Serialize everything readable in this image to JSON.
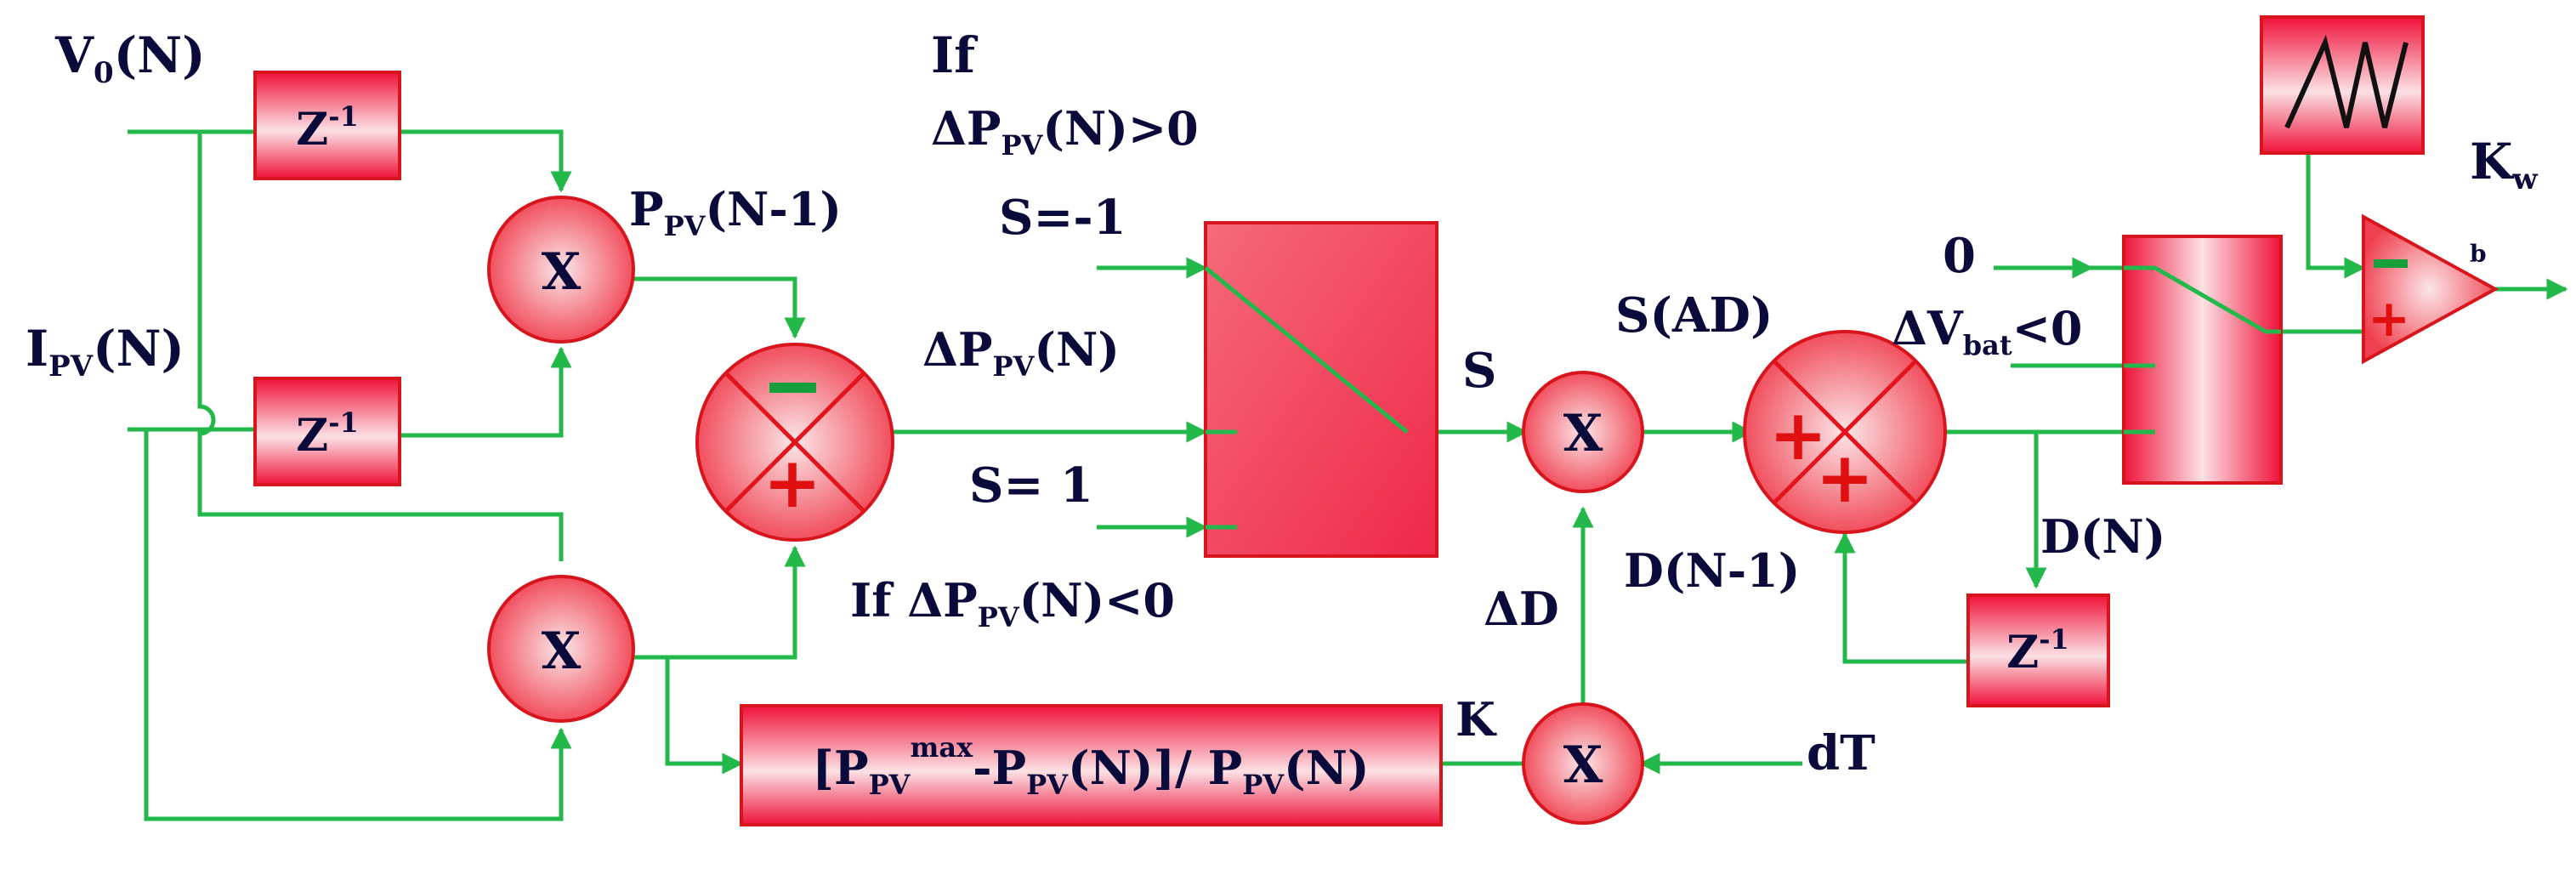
{
  "inputs": {
    "v0": {
      "main": "V",
      "sub": "0",
      "rest": "(N)"
    },
    "ipv": {
      "main": "I",
      "sub": "PV",
      "rest": "(N)"
    },
    "dt": "dT",
    "zero": "0"
  },
  "delay": {
    "main": "Z",
    "sup": "-1"
  },
  "multiply": "X",
  "labels": {
    "ppv_prev": {
      "main": "P",
      "sub": "PV",
      "rest": "(N-1)"
    },
    "if_pos_1": "If",
    "if_pos_2": {
      "pre": "ΔP",
      "sub": "PV",
      "rest": "(N)>0"
    },
    "s_neg": "S=-1",
    "dppv": {
      "pre": "ΔP",
      "sub": "PV",
      "rest": "(N)"
    },
    "s_pos": "S= 1",
    "if_neg": {
      "pre": "If ΔP",
      "sub": "PV",
      "rest": "(N)<0"
    },
    "s_out": "S",
    "s_ad": "S(AD)",
    "dvbat": {
      "pre": "ΔV",
      "sub": "bat",
      "rest": "<0"
    },
    "dn": "D(N)",
    "dn1": "D(N-1)",
    "delta_d": "ΔD",
    "k": "K",
    "kw": {
      "main": "K",
      "sub": "w"
    },
    "b": "b"
  },
  "formula": {
    "p1": "[P",
    "s1": "PV",
    "sup1": "max",
    "p2": "-P",
    "s2": "PV",
    "p3": "(N)]/ P",
    "s3": "PV",
    "p4": "(N)"
  },
  "signs": {
    "minus": "−",
    "plus": "+"
  }
}
